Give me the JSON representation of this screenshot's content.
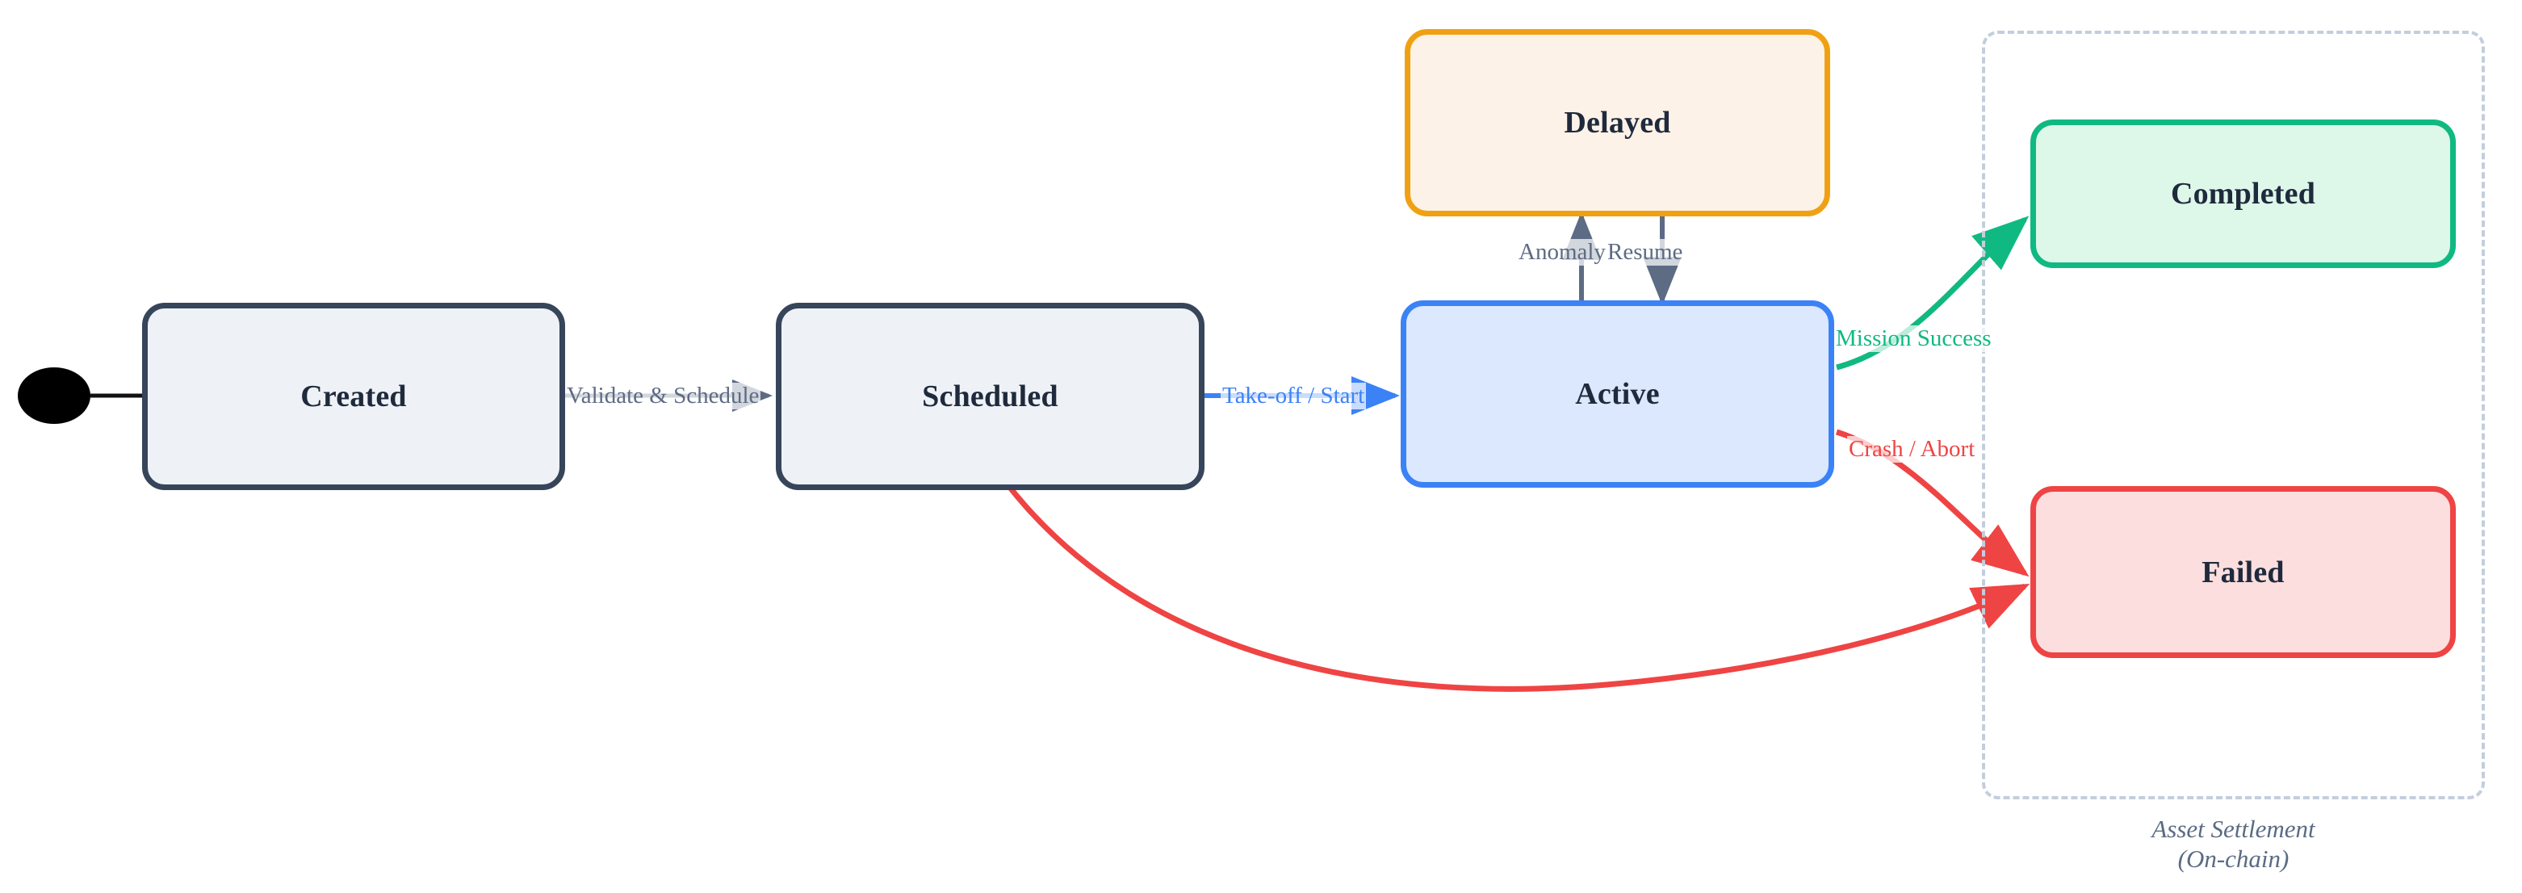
{
  "diagram": {
    "type": "state-machine",
    "title_caption": "Asset Settlement\n(On-chain)",
    "start_node": {
      "name": "start-point",
      "shape": "filled-circle",
      "color": "#000000"
    },
    "cluster": {
      "label": "Asset Settlement\n(On-chain)",
      "style": "dashed",
      "border_color": "#c3cedd"
    },
    "states": [
      {
        "id": "created",
        "label": "Created",
        "fill": "#eef2f7",
        "stroke": "#36455a"
      },
      {
        "id": "scheduled",
        "label": "Scheduled",
        "fill": "#eef2f7",
        "stroke": "#36455a"
      },
      {
        "id": "delayed",
        "label": "Delayed",
        "fill": "#fdf2e8",
        "stroke": "#f0a113"
      },
      {
        "id": "active",
        "label": "Active",
        "fill": "#dbe8fd",
        "stroke": "#3b82f6"
      },
      {
        "id": "completed",
        "label": "Completed",
        "fill": "#ddf7e9",
        "stroke": "#10b981"
      },
      {
        "id": "failed",
        "label": "Failed",
        "fill": "#fcdede",
        "stroke": "#ef4444"
      }
    ],
    "transitions": [
      {
        "from": "start",
        "to": "created",
        "label": "",
        "color": "#1f2a3c"
      },
      {
        "from": "created",
        "to": "scheduled",
        "label": "Validate & Schedule",
        "color": "#5d6b84"
      },
      {
        "from": "scheduled",
        "to": "active",
        "label": "Take-off / Start",
        "color": "#3b82f6"
      },
      {
        "from": "active",
        "to": "delayed",
        "label": "Anomaly",
        "color": "#5d6b84"
      },
      {
        "from": "delayed",
        "to": "active",
        "label": "Resume",
        "color": "#5d6b84"
      },
      {
        "from": "active",
        "to": "completed",
        "label": "Mission Success",
        "color": "#10b981"
      },
      {
        "from": "active",
        "to": "failed",
        "label": "Crash / Abort",
        "color": "#ef4444"
      },
      {
        "from": "scheduled",
        "to": "failed",
        "label": "",
        "color": "#ef4444"
      }
    ]
  }
}
